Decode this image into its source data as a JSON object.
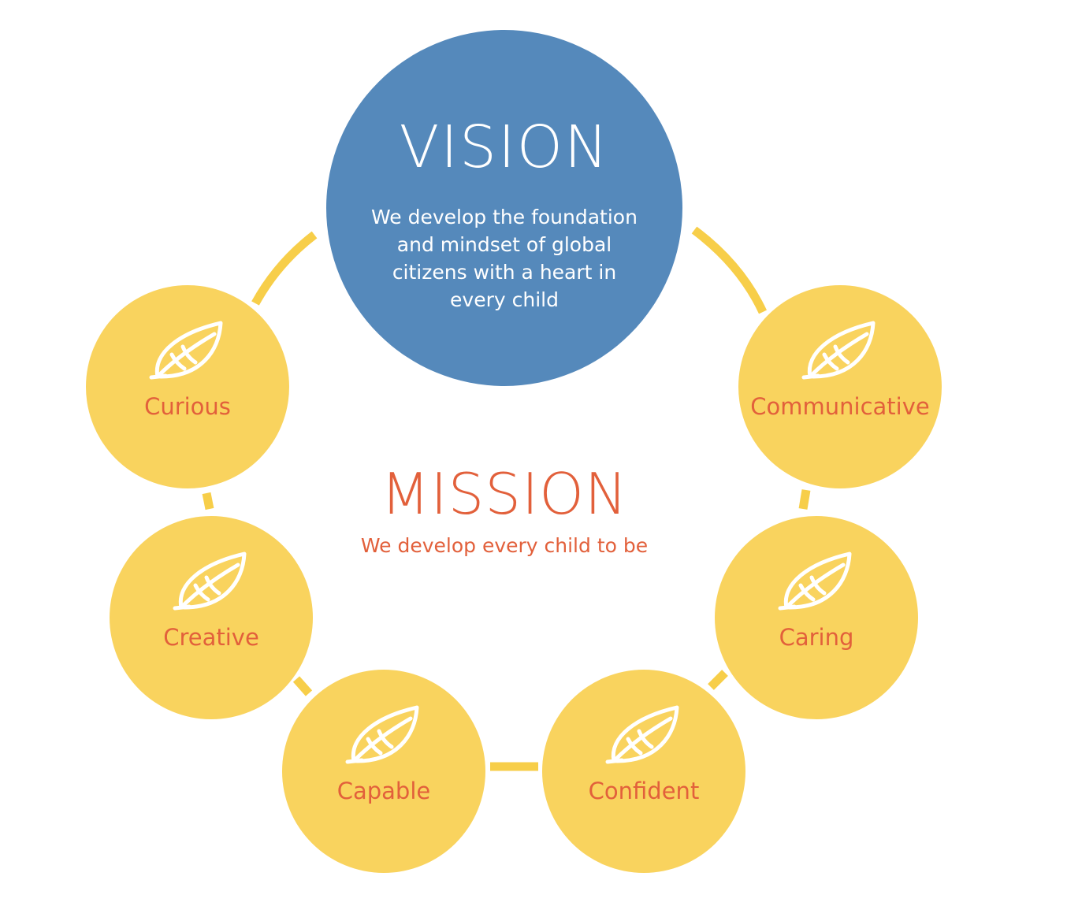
{
  "colors": {
    "vision_blue": "#5589bb",
    "value_yellow": "#f9d35e",
    "accent_orange": "#e2603b",
    "ring_yellow": "#f7ce49"
  },
  "vision": {
    "title": "VISION",
    "statement": "We develop the foundation and mindset of global citizens with a heart in every child"
  },
  "mission": {
    "title": "MISSION",
    "statement": "We develop every child to be"
  },
  "values": [
    {
      "label": "Curious",
      "icon": "leaf-icon"
    },
    {
      "label": "Communicative",
      "icon": "leaf-icon"
    },
    {
      "label": "Creative",
      "icon": "leaf-icon"
    },
    {
      "label": "Caring",
      "icon": "leaf-icon"
    },
    {
      "label": "Capable",
      "icon": "leaf-icon"
    },
    {
      "label": "Confident",
      "icon": "leaf-icon"
    }
  ]
}
